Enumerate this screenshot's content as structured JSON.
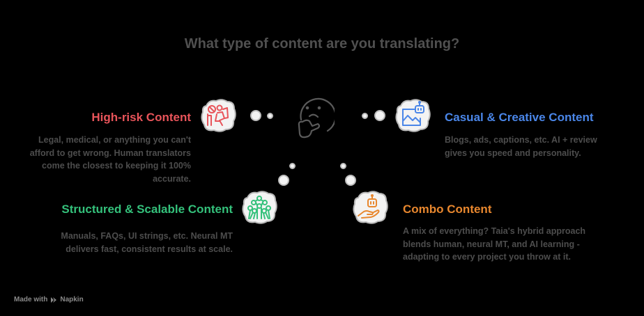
{
  "title": "What type of content are you translating?",
  "center_icon": "thinking-face-icon",
  "colors": {
    "high_risk": "#e8545a",
    "casual": "#4a86e8",
    "structured": "#34c17b",
    "combo": "#e8872e",
    "text": "#4d4d4d",
    "title": "#505050",
    "background": "#000000"
  },
  "nodes": {
    "high_risk": {
      "heading": "High-risk Content",
      "description": "Legal, medical, or anything you can't afford to get wrong. Human translators come the closest to keeping it 100% accurate.",
      "icon": "translator-at-desk-icon"
    },
    "casual": {
      "heading": "Casual & Creative Content",
      "description": "Blogs, ads, captions, etc. AI + review gives you speed and personality.",
      "icon": "image-with-robot-icon"
    },
    "structured": {
      "heading": "Structured & Scalable Content",
      "description": "Manuals, FAQs, UI strings, etc. Neural MT delivers fast, consistent results at scale.",
      "icon": "network-structure-icon"
    },
    "combo": {
      "heading": "Combo Content",
      "description": "A mix of everything? Taia's hybrid approach blends human, neural MT, and AI learning - adapting to every project you throw at it.",
      "icon": "hand-holding-robot-icon"
    }
  },
  "footer": {
    "made_with": "Made with",
    "brand": "Napkin"
  }
}
